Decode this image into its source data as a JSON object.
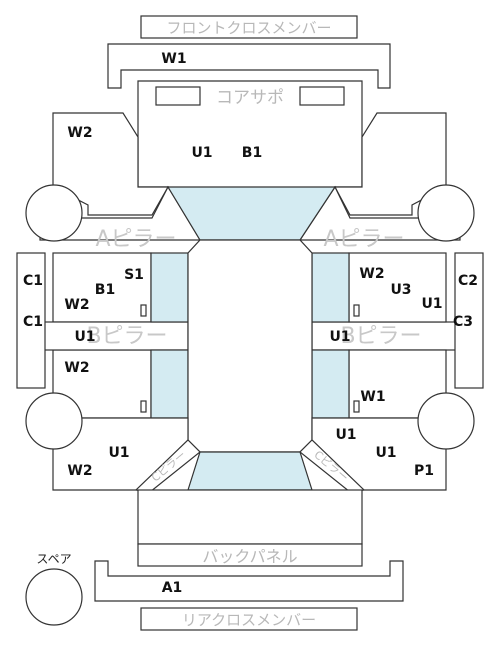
{
  "panels": {
    "front_cross_member": "フロントクロスメンバー",
    "core_support": "コアサポ",
    "a_pillar_left": "Aピラー",
    "a_pillar_right": "Aピラー",
    "b_pillar_left": "Bピラー",
    "b_pillar_right": "Bピラー",
    "c_pillar_left": "Cピラー",
    "c_pillar_right": "Cピラー",
    "back_panel": "バックパネル",
    "rear_cross_member": "リアクロスメンバー",
    "spare": "スペア"
  },
  "codes": {
    "w1_top": "W1",
    "w2_front_left": "W2",
    "u1_front_center": "U1",
    "b1_front_center": "B1",
    "s1": "S1",
    "b1_left": "B1",
    "w2_left_upper": "W2",
    "c1_upper": "C1",
    "c1_lower": "C1",
    "u1_left_b": "U1",
    "w2_left_lower": "W2",
    "u1_rear_left": "U1",
    "w2_rear_left": "W2",
    "w2_right_upper": "W2",
    "u3": "U3",
    "u1_right_upper": "U1",
    "c2": "C2",
    "c3": "C3",
    "u1_right_b": "U1",
    "w1_right_lower": "W1",
    "u1_rear_right_a": "U1",
    "u1_rear_right_b": "U1",
    "p1": "P1",
    "a1": "A1"
  },
  "colors": {
    "glass": "#d4ebf2",
    "line": "#333333",
    "ghost_text": "#b8b8b8"
  }
}
